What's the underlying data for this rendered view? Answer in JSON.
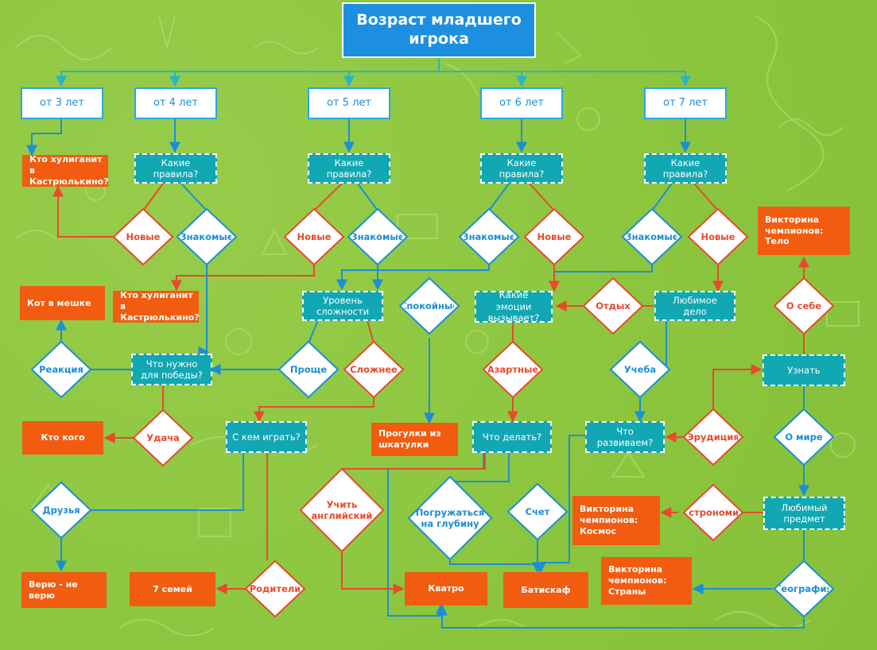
{
  "title": "Возраст младшего игрока",
  "ages": [
    "от 3 лет",
    "от 4 лет",
    "от 5 лет",
    "от 6 лет",
    "от 7 лет"
  ],
  "questions": {
    "rules": "Какие правила?",
    "difficulty": "Уровень сложности",
    "emotions": "Какие эмоции вызывает?",
    "favorite_activity": "Любимое дело",
    "win": "Что нужно для победы?",
    "with_whom": "С кем играть?",
    "what_to_do": "Что делать?",
    "develops": "Что развиваем?",
    "learn": "Узнать",
    "subject": "Любимый предмет"
  },
  "choices": {
    "new": "Новые",
    "familiar": "Знакомые",
    "calm": "Спокойные",
    "rest": "Отдых",
    "easier": "Проще",
    "harder": "Сложнее",
    "reaction": "Реакция",
    "gambling": "Азартные",
    "study": "Учеба",
    "erudition": "Эрудиция",
    "about_self": "О себе",
    "about_world": "О мире",
    "luck": "Удача",
    "friends": "Друзья",
    "parents": "Родители",
    "learn_english": "Учить английский",
    "dive_deep": "Погружаться на глубину",
    "count": "Счет",
    "astronomy": "Астрономия",
    "geography": "География"
  },
  "results": {
    "hooligan": "Кто хулиганит в Кастрюлькино?",
    "cat_in_bag": "Кот в мешке",
    "who_whom": "Кто кого",
    "believe": "Верю - не верю",
    "seven_families": "7 семей",
    "box_walks": "Прогулки из шкатулки",
    "kvatro": "Кватро",
    "batiskaf": "Батискаф",
    "quiz_body": "Викторина чемпионов: Тело",
    "quiz_space": "Викторина чемпионов: Космос",
    "quiz_countries": "Викторина чемпионов: Страны"
  },
  "colors": {
    "background": "#8cc63f",
    "title": "#1d8fe0",
    "question": "#11a7b3",
    "result": "#f25c10",
    "blue_line": "#1b8fd6",
    "red_line": "#e84a2c",
    "teal_line": "#29b5c4"
  }
}
